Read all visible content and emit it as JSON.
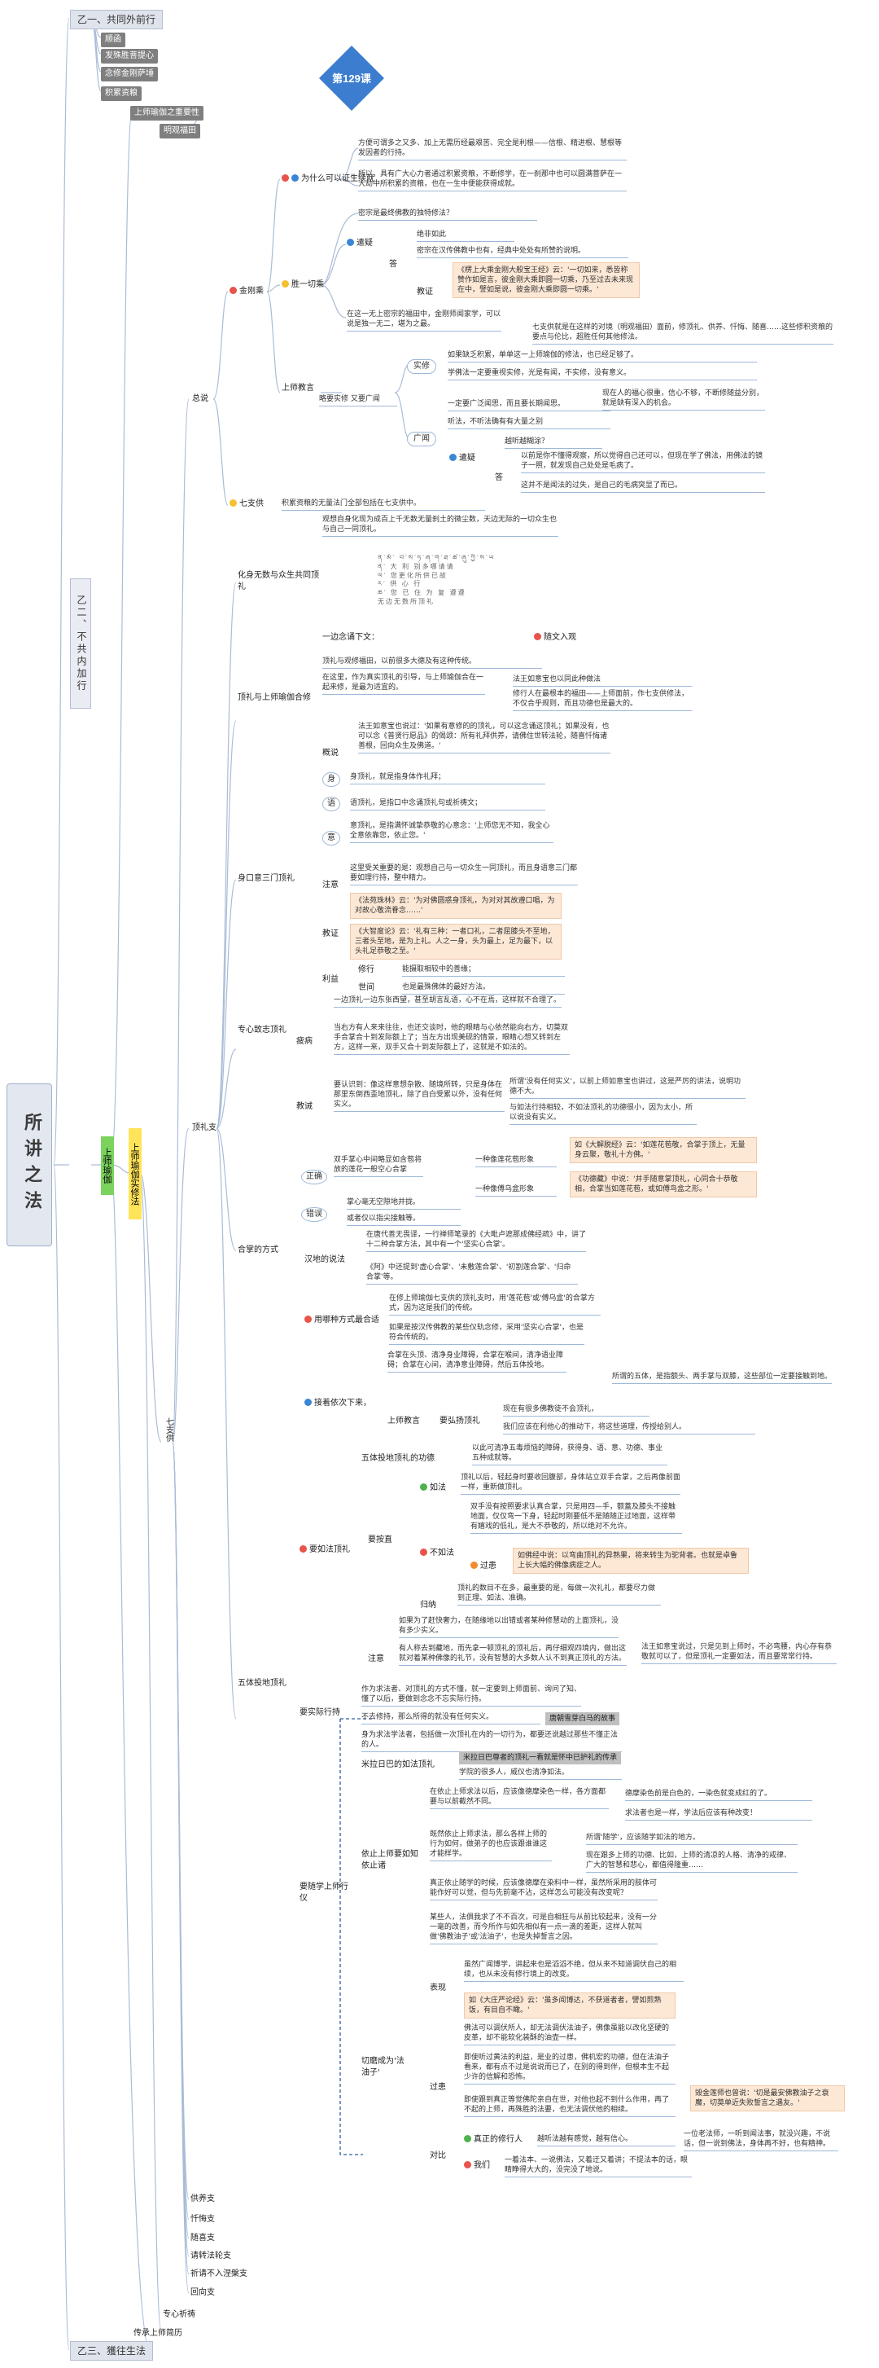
{
  "root": {
    "title": "所讲之法"
  },
  "top": {
    "yi_yi": "乙一、共同外前行",
    "yi_er": "乙二、不共内加行",
    "yi_san": "乙三、獲往生法"
  },
  "badge": {
    "label": "第129课"
  },
  "left_col": {
    "shang_shi": "上师瑜伽",
    "zheng_xing": "上师瑜伽实修法",
    "qi_zhi": "七支供",
    "zong_shuo": "总说",
    "ding_li_zhi": "顶礼支"
  },
  "gray_items": [
    "顺函",
    "发殊胜菩提心",
    "念修金刚萨埵",
    "积累资粮"
  ],
  "guru_group": [
    "上师瑜伽之重要性",
    "明观福田"
  ],
  "section1": {
    "jin_gang": "金刚乘",
    "why": "为什么可以证生续就",
    "why_t1": "方便可谓多之又多、加上无需历经最艰苦、完全是利根——信根、精进根、慧根等发因者的行持。",
    "why_t2": "所以，具有广大心力者通过积累资粮，不断修学，在一刹那中也可以圆满菩萨在一大劫中所积累的资粮，也在一生中便能获得成就。",
    "sheng_yi_qie": "胜一切乘",
    "sheng_q": "密宗是最终佛教的独特修法？",
    "yi_nan": "遣疑",
    "da": "答",
    "da_a": "绝非如此",
    "da_b": "密宗在汉传佛教中也有，经典中处处有所赞的说明。",
    "jiao_zheng": "教证",
    "jiao_quote": "《楞上大乘金刚大般宝王经》云：'一切如来，悉皆称赞作如是言，彼金刚大乘即圆一切乘，乃至过去未来现在中，譬如是说，彼金刚大乘即圆一切乘。'",
    "yi_jie": "在这一无上密宗的福田中，金刚师闻家学，可以说是独一无二，堪为之最。",
    "qi_zhi_jie": "七支供就是在这样的对境（明观福田）面前，修顶礼、供养、忏悔、随喜……这些修积资粮的要点与伦比，超胜任何其他修法。",
    "shang_shi_jiao_yan": "上师教言",
    "zhong_shi_shi_xiu": "略要实修 又要广闻",
    "shi_xiu": "实修",
    "shi_xiu_t1": "如果缺乏积累，单单这一上师瑜伽的修法，也已经足够了。",
    "shi_xiu_t2": "学佛法一定要重视实修，光是有闻，不实修，没有意义。",
    "guang_wen": "广闻",
    "guang_t1": "一定要广泛闻思，而且要长期闻思。",
    "guang_t1b": "现在人的福心很重，信心不够，不断修随益分别，就是缺有深入的机会。",
    "guang_t2": "听法，不听法确有有大量之别",
    "yi_nan2": "遣疑",
    "guang_q": "越听越糊涂？",
    "guang_a1": "以前是你不懂得观察，所以觉得自己还可以，但现在学了佛法，用佛法的镜子一照，就发现自己处处是毛病了。",
    "guang_a2": "这并不是闻法的过失，是自己的毛病突显了而已。",
    "qi_zhi_gong": "七支供",
    "qi_zhi_gong_t": "积累资粮的无量法门全部包括在七支供中。"
  },
  "section2": {
    "hua_shen": "化身无数与众生共同顶礼",
    "hua_shen_t": "观想自身化现为成百上千无数无量刹土的微尘数，天边无际的一切众生也与自己一同顶礼。",
    "yi_bian_song": "一边念诵下文：",
    "sui_wen_ru_guan": "随文入观",
    "tib_rows": [
      "ན་མོ་ བ་ས་ཏ་ཞ་ག་ཐ་ཚ་ཞུ་ཀྱི་ས་ཡ",
      "ན་ 大 利 别多哪请请",
      "ལ་ 您更化所供已故",
      "ར་ 供 心 行",
      "ཆ་ 您 已 住 为 复 遵遵",
      "无边无数所顶礼"
    ],
    "ding_li_he": "顶礼与上师瑜伽合修",
    "he_t": "顶礼与观修福田，以前很多大德及有这种传统。",
    "he_a": "在这里，作为真实顶礼的引导，与上师瑜伽合在一起来修，是最为适宜的。",
    "he_q": "法王如意宝也以同此种做法",
    "he_b": "修行人在最根本的福田——上师面前，作七支供修法，不仅合乎规则，而且功德也是最大的。",
    "gai_shuo": "概说",
    "gai_t": "法王如意宝也说过：'如果有意修的的顶礼，可以这念诵这顶礼；如果没有，也可以念《普贤行愿品》的偈颂：所有礼拜供养，请佛住世转法轮，随喜忏悔诸善根，回向众生及佛道。'",
    "shen": "身",
    "shen_t": "身顶礼，就是指身体作礼拜；",
    "yu": "语",
    "yu_t": "语顶礼，是指口中念诵顶礼句或祈祷文；",
    "yi": "意",
    "yi_t": "意顶礼，是指满怀诚挚恭敬的心意念：'上师您无不知，我全心全意依靠您，依止您。'",
    "shen_kou_yi": "身口意三门顶礼",
    "zhu_yi": "注意",
    "zhu_yi_t": "这里受关重要的是：观想自己与一切众生一同顶礼，而且身语意三门都要如理行持，整中精力。",
    "jiao_zheng": "教证",
    "jz1": "《法苑珠林》云：'为对佛圆惑身顶礼，为对对其故遵口唱，为对故心敬流眷念……'",
    "jz2": "《大智度论》云：'礼有三种：一者口礼，二者屈膝头不至地，三者头至地，是为上礼。人之一身，头为最上，足为最下，以头礼足恭敬之至。'",
    "li_yi": "利益",
    "zheng_xing": "修行",
    "zheng_t": "能摄取相较中的善缘；",
    "shi_jian": "世间",
    "shi_jian_t": "也是最殊佛体的最好方法。",
    "zhuan_xin": "专心致志顶礼",
    "pi_bing": "疲病",
    "pi_t1": "一边顶礼一边东张西望，甚至胡言乱语，心不在焉，这样就不合理了。",
    "pi_t2": "当右方有人来来往往，也还交谈时，他的眼睛与心依然能向右方，切莫双手合掌合十到发际额上了；当左方出现美砚的情景，眼睛心想又转到左方，这样一来，双手又合十到发际额上了，这就是不如法的。",
    "jiao_jie": "教诫",
    "jiao_t": "要认识到：像这样意想杂散、随境所转，只是身体在那里东倒西歪地顶礼，除了自白受累以外，没有任何实义。",
    "jiao_q": "所谓'没有任何实义'，以前上师如意宝也讲过，这是严厉的讲法，说明功德不大。",
    "jiao_q2": "与如法行持相较，不如法顶礼的功德很小，因为太小，所以说没有实义。",
    "he_zhang": "合掌的方式",
    "zheng_que": "正确",
    "zq1": "一种像莲花苞形象",
    "zq1_t": "如《大解脱经》云：'如莲花苞敬，合掌于顶上，无量身云聚，敬礼十方佛。'",
    "zq2": "一种像傅乌盒形象",
    "zq2_t": "《功德藏》中说：'并手随意掌顶礼，心同合十恭敬相，合掌当如莲花苞，或如傅鸟盒之形。'",
    "zq_jie": "双手掌心中间略显如含苞将放的莲花一般空心合掌",
    "cuo_wu": "错误",
    "cw1": "掌心毫无空隙地并拢。",
    "cw2": "或者仅以指尖接触等。",
    "han_di": "汉地的说法",
    "hd1": "在唐代善无畏译，一行禅师笔录的《大毗卢遮那成佛经疏》中，讲了十二种合掌方法，其中有一个'坚实心合掌'。",
    "hd2": "《阿》中还提到'虚心合掌'、'未敷莲合掌'、'初割莲合掌'、'归命合掌'等。",
    "hd3": "在修上师瑜伽七支供的顶礼支时，用'莲花苞'或'傅乌盒'的合掌方式，因为这是我们的传统。",
    "yong_he": "用哪种方式最合适",
    "yh_t": "如果是按汉传佛教的某些仪轨念修，采用'坚实心合掌'，也是符合传统的。",
    "wu_ti": "接着依次下来，",
    "wu_ti_t": "合掌在头顶、清净身业障碍，合掌在喉间，清净语业障碍；合掌在心间，清净意业障碍，然后五体投地。",
    "wu_ti_t2": "所谓的五体，是指额头、两手掌与双膝，这些部位一定要接触到地。",
    "shang_shi_jy": "上师教言",
    "yao_jin": "要弘扬顶礼",
    "yj1": "现在有很多佛教徒不会顶礼，",
    "yj2": "我们应该在利他心的推动下，将这些道理，传授给别人。",
    "wu_ti_tou_di": "五体投地顶礼",
    "wu_ti_gong_de": "五体投地顶礼的功德",
    "wg1": "以此可清净五毒烦恼的障碍，获得身、语、意、功德、事业五种成就等。",
    "yao_ru_fa": "要如法顶礼",
    "ru_fa": "如法",
    "rf1": "顶礼以后，轻起身时要收回腹部，身体站立双手合掌，之后再像前面一样，重新做顶礼。",
    "yao_zhi_yi": "要按直",
    "bu_ru_fa": "不如法",
    "brf1": "双手没有按照要求认真合掌，只是用四—手，额蓋及膝头不接触地面，仅仅弯一下身，轻起时刚要低不是随随正过地面，这样带有嬉戏的低礼，是大不恭敬的，所以绝对不允许。",
    "guo_shi": "过患",
    "gs_t": "如佛经中说：以弯曲顶礼的异熟果，将来转生为驼背者。也就是卓鲁上长大幅的佛像病症之人。",
    "gui_yin": "归纳",
    "gy_t": "顶礼的数目不在多，最重要的是，每做一次礼礼，都要尽力做到正理、如法、准确。",
    "zhu_yi2": "注意",
    "zy1": "如果为了赶快奢力，在随缘地以出错或者某种修慧动的上面顶礼，没有多少实义。",
    "zy2": "有人称去到藏地，而先拿一顿顶礼的顶礼后，再仔细观四境内，做出这就对着某种佛像的礼节，没有智慧的大多数人认不到真正顶礼的方法。",
    "zy3": "法王如意宝说过，只是见到上师时，不必弯腰，内心存有恭敬就可以了，但是顶礼一定要如法，而且要常常行持。",
    "yao_shi_jian": "要实际行持",
    "ys1": "作为求法者、对顶礼的方式不懂，就一定要到上师面前、询问了知、懂了以后，要做到念念不忘实际行持。",
    "ys2": "不去修持，那么所得的就没有任何实义。",
    "ys_story": "唐朝雪芽白马的故事",
    "ru_fa_shi": "要随学上师行仪",
    "rs_t": "身为求法学法者，包括做一次顶礼在内的一切行为，都要还说越过那些不懂正法的人。",
    "mi_la": "米拉日巴的如法顶礼",
    "ml1": "米拉日巴尊者的顶礼一看就是怀中已护礼的传承",
    "ml2": "学院的很多人，威仪也清净如法。",
    "yi_zhi": "依止上师要如知依止诸",
    "yz1": "在依止上师求法以后，应该像德摩染色一样，各方面都要与以前截然不同。",
    "yz1a": "德摩染色前是白色的，一染色就变成红的了。",
    "yz1b": "求法者也是一样，学法后应该有种改变！",
    "yz2": "既然依止上师求法，那么各样上师的行为如何，做弟子的也应该跟谁谁这才能样学。",
    "yz2a": "所谓'随学'，应该随学如法的地方。",
    "yz2b": "现在跟多上师的功德、比如，上师的清凉的人格、清净的戒律、广大的智慧和悲心，都值得隆重……",
    "yz3": "真正依止随学的时候，应该像德摩在染料中一样，虽然所采用的肢体可能作好可以觉，但与先前毫不沾，这样怎么可能没有改变呢？",
    "qie_mo": "切磨成为'法油子'",
    "qm1": "某些人，法俱我求了不不百次，可是自相狂与从前比较起来，没有一分一毫的改善，而今所作与如先相似有一点一滴的差距，这样人就叫做'佛教油子'或'法油子'，也是失掉誓言之因。",
    "biao_xian": "表现",
    "bx1": "虽然广闻博学，讲起来也是滔滔不绝，但从来不知道调伏自己的相续，也从未没有修行境上的改变。",
    "bx2": "如《大庄严论经》云：'虽多闻博达，不获道者者，譬如煎熟饭，有目自不瞰。'",
    "guo_huan": "过患",
    "gh1": "佛法可以调伏所人，却无法调伏法油子，佛像虽能以改化坚硬的皮革，却不能软化装酥的油壶一样。",
    "gh2": "即使听过黄法的利益，是业的过患，佛机宏的功德，但在法油子看来，都有点不过是说说而已了，在别的得到伴，但根本生不起少许的信解和恐怖。",
    "gh3": "即使跟到真正等觉佛陀亲自在世，对他也起不到什么作用，再了不起的上师，再殊胜的法要，也无法调伏他的相续。",
    "gh3b": "毁金莲师也曾说：'切是最安佛教油子之衰魔，切莫单近失败誓言之遇友。'",
    "dui_bi": "对比",
    "dui1": "真正的修行人",
    "dui1_t": "越听法越有感觉，越有信心。",
    "dui1_t2": "一位老法师，一听到闻法事，就没兴趣，不说话，但一说到佛法，身体再不好，也有精神。",
    "dui2": "我们",
    "dui2_t": "一着法本、一说佛法，又着迂又着讲；不提法本的话，眼睛睁得大大的，没完没了地说。"
  },
  "bottom_items": [
    "供养支",
    "忏悔支",
    "随喜支",
    "请转法轮支",
    "祈请不入涅槃支",
    "回向支"
  ],
  "bottom": {
    "zhuan_xin": "专心祈祷",
    "chuan_dai": "传承上师简历"
  }
}
